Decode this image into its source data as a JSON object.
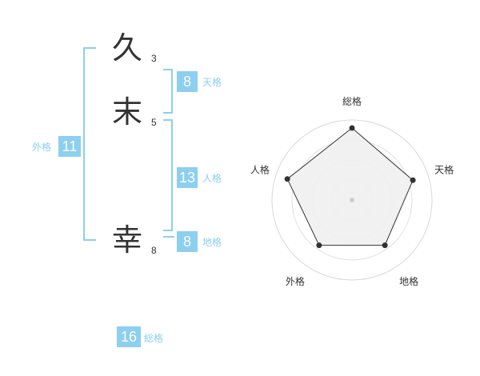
{
  "name": {
    "chars": [
      {
        "char": "久",
        "strokes": "3"
      },
      {
        "char": "末",
        "strokes": "5"
      },
      {
        "char": "幸",
        "strokes": "8"
      }
    ]
  },
  "kaku": {
    "tenkaku": {
      "label": "天格",
      "value": "8"
    },
    "jinkaku": {
      "label": "人格",
      "value": "13"
    },
    "chikaku": {
      "label": "地格",
      "value": "8"
    },
    "gaikaku": {
      "label": "外格",
      "value": "11"
    },
    "soukaku": {
      "label": "総格",
      "value": "16"
    }
  },
  "chart_data": {
    "type": "radar",
    "axes": [
      "総格",
      "天格",
      "地格",
      "外格",
      "人格"
    ],
    "values": [
      0.9,
      0.8,
      0.7,
      0.7,
      0.85
    ],
    "rings": 4,
    "colors": {
      "accent": "#8ccff0",
      "area": "#efefef",
      "line": "#333333"
    }
  }
}
